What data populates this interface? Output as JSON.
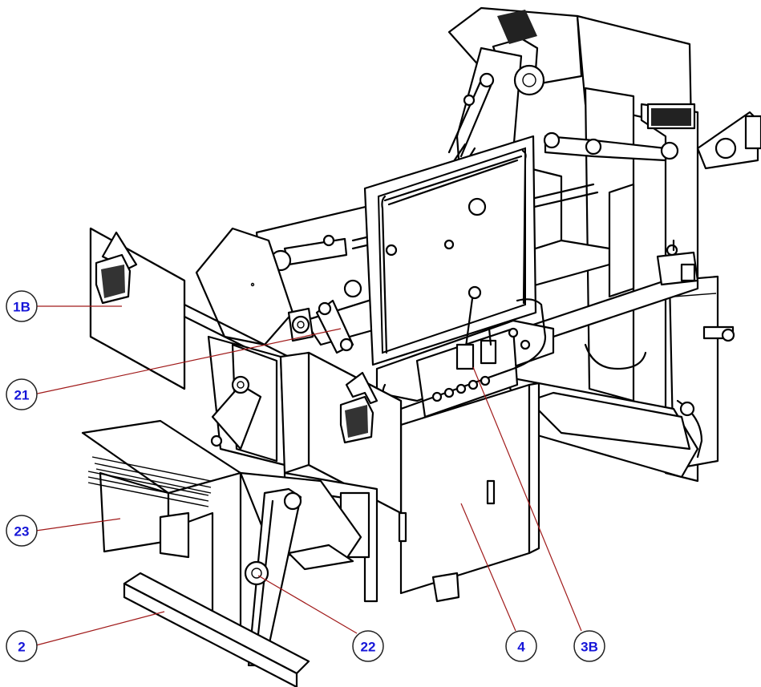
{
  "colors": {
    "label_text": "#1515d8",
    "leader_line": "#a01a1a",
    "warning_red": "#ee1c1c"
  },
  "callouts": [
    {
      "id": "1B",
      "label": "1B"
    },
    {
      "id": "21",
      "label": "21"
    },
    {
      "id": "23",
      "label": "23"
    },
    {
      "id": "2",
      "label": "2"
    },
    {
      "id": "22",
      "label": "22"
    },
    {
      "id": "4",
      "label": "4"
    },
    {
      "id": "3B",
      "label": "3B"
    }
  ]
}
